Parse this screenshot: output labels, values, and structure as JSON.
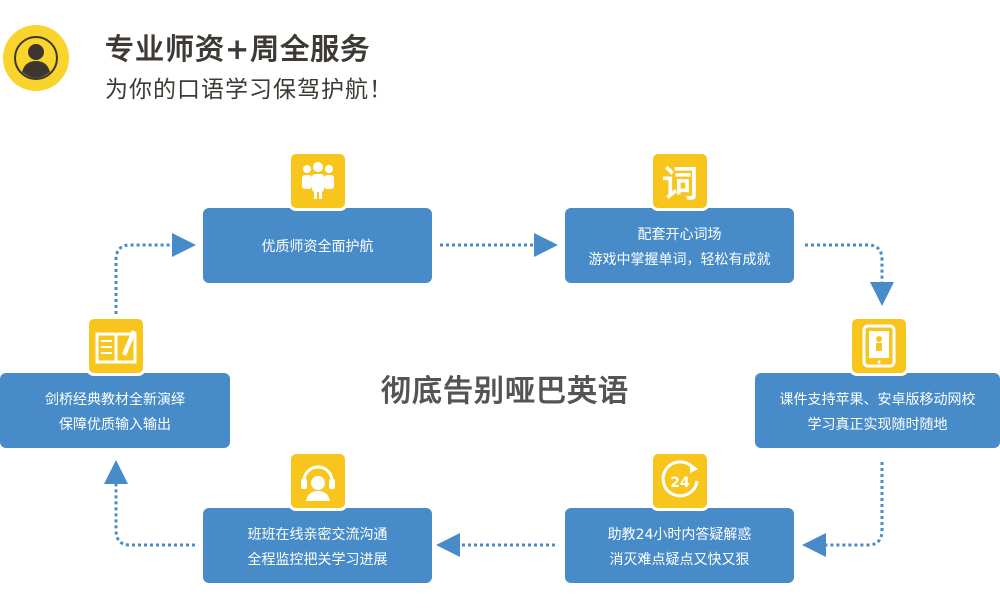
{
  "header": {
    "title": "专业师资+周全服务",
    "subtitle": "为你的口语学习保驾护航！"
  },
  "center_text": "彻底告别哑巴英语",
  "colors": {
    "box": "#478cc8",
    "icon": "#f7c51c",
    "arrow": "#478cc8"
  },
  "steps": [
    {
      "icon": "people-icon",
      "lines": [
        "优质师资全面护航"
      ]
    },
    {
      "icon": "word-icon",
      "glyph": "词",
      "lines": [
        "配套开心词场",
        "游戏中掌握单词，轻松有成就"
      ]
    },
    {
      "icon": "tablet-icon",
      "lines": [
        "课件支持苹果、安卓版移动网校",
        "学习真正实现随时随地"
      ]
    },
    {
      "icon": "clock-24-icon",
      "glyph": "24",
      "lines": [
        "助教24小时内答疑解惑",
        "消灭难点疑点又快又狠"
      ]
    },
    {
      "icon": "headset-icon",
      "lines": [
        "班班在线亲密交流沟通",
        "全程监控把关学习进展"
      ]
    },
    {
      "icon": "book-icon",
      "lines": [
        "剑桥经典教材全新演绎",
        "保障优质输入输出"
      ]
    }
  ]
}
